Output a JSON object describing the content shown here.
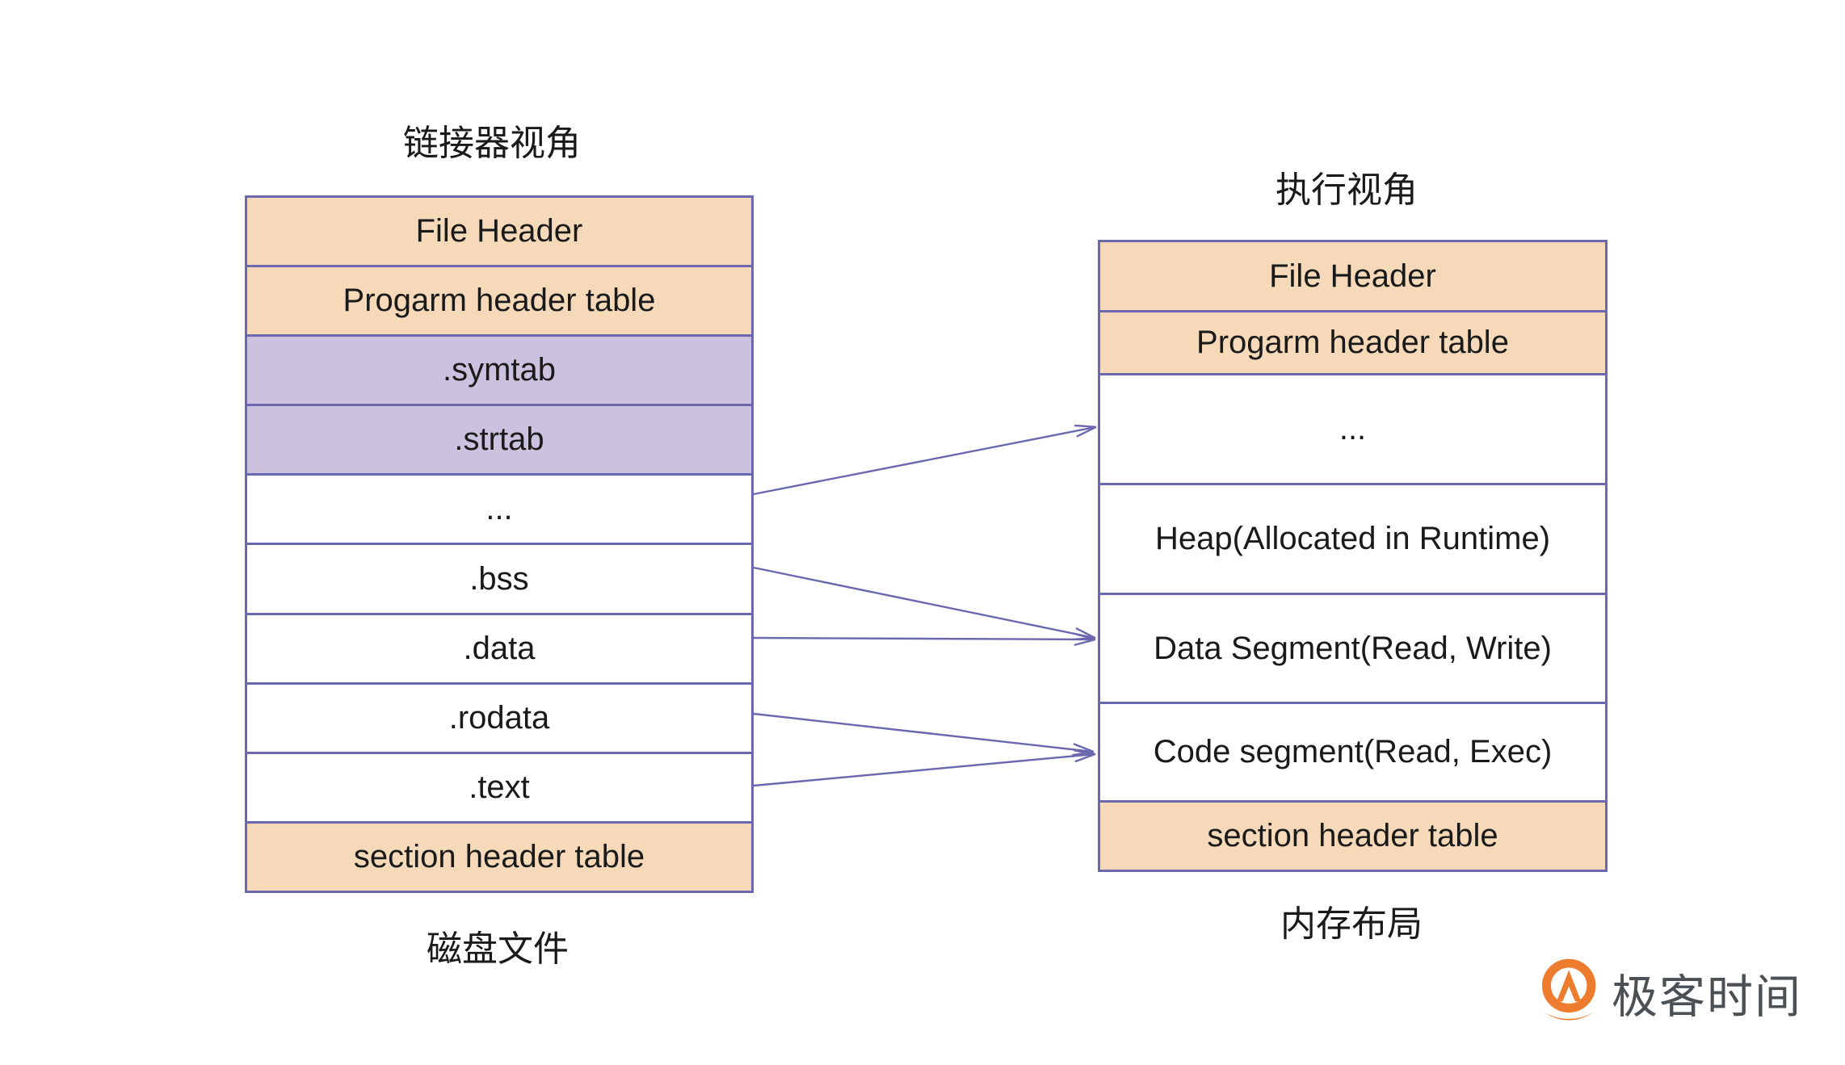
{
  "diagram": {
    "left_column": {
      "title": "链接器视角",
      "caption": "磁盘文件",
      "rows": [
        {
          "label": "File Header",
          "fill": "peach"
        },
        {
          "label": "Progarm header table",
          "fill": "peach"
        },
        {
          "label": ".symtab",
          "fill": "lavender"
        },
        {
          "label": ".strtab",
          "fill": "lavender"
        },
        {
          "label": "...",
          "fill": "white"
        },
        {
          "label": ".bss",
          "fill": "white"
        },
        {
          "label": ".data",
          "fill": "white"
        },
        {
          "label": ".rodata",
          "fill": "white"
        },
        {
          "label": ".text",
          "fill": "white"
        },
        {
          "label": "section header table",
          "fill": "peach"
        }
      ]
    },
    "right_column": {
      "title": "执行视角",
      "caption": "内存布局",
      "rows": [
        {
          "label": "File Header",
          "fill": "peach"
        },
        {
          "label": "Progarm header table",
          "fill": "peach"
        },
        {
          "label": "...",
          "fill": "white"
        },
        {
          "label": "Heap(Allocated in Runtime)",
          "fill": "white"
        },
        {
          "label": "Data Segment(Read, Write)",
          "fill": "white"
        },
        {
          "label": "Code segment(Read, Exec)",
          "fill": "white"
        },
        {
          "label": "section header table",
          "fill": "peach"
        }
      ]
    },
    "arrows": [
      {
        "from": "...",
        "to": "..."
      },
      {
        "from": ".bss",
        "to": "Data Segment(Read, Write)"
      },
      {
        "from": ".data",
        "to": "Data Segment(Read, Write)"
      },
      {
        "from": ".rodata",
        "to": "Code segment(Read, Exec)"
      },
      {
        "from": ".text",
        "to": "Code segment(Read, Exec)"
      }
    ],
    "colors": {
      "peach": "#F6D9B9",
      "lavender": "#CAC2DE",
      "row_white": "#FFFFFF",
      "border": "#6B68AF",
      "arrow": "#6B68AF",
      "text": "#1A1A1A",
      "logo_orange": "#EE7C2E",
      "logo_text_color": "#4A5054"
    },
    "logo": {
      "text": "极客时间"
    }
  }
}
